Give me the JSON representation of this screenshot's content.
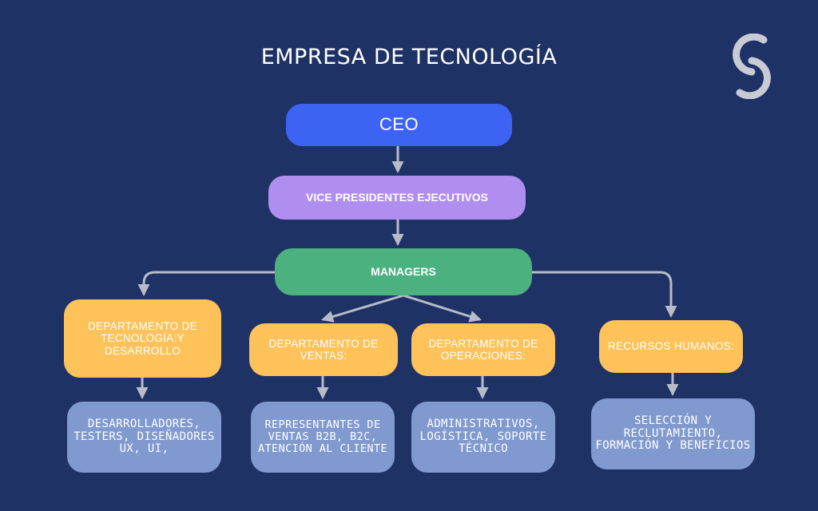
{
  "title": "EMPRESA DE TECNOLOGÍA",
  "colors": {
    "background": "#1f3266",
    "ceo": "#3d63f5",
    "vice_presidents": "#b08ef0",
    "managers": "#4bb17f",
    "departments": "#fdc25a",
    "roles": "#8099cf",
    "connectors": "#b8bcc8"
  },
  "logo": {
    "icon": "interlocking-s-logo-icon"
  },
  "nodes": {
    "ceo": "CEO",
    "vice_presidents": "VICE PRESIDENTES EJECUTIVOS",
    "managers": "MANAGERS",
    "departments": [
      {
        "label": "DEPARTAMENTO DE TECNOLOGÍA:Y DESARROLLO",
        "roles": "DESARROLLADORES, TESTERS, DISEÑADORES UX, UI,"
      },
      {
        "label": "DEPARTAMENTO DE VENTAS:",
        "roles": "REPRESENTANTES DE VENTAS B2B, B2C, ATENCIÓN AL CLIENTE"
      },
      {
        "label": "DEPARTAMENTO DE OPERACIONES:",
        "roles": "ADMINISTRATIVOS, LOGÍSTICA, SOPORTE TÉCNICO"
      },
      {
        "label": "RECURSOS HUMANOS:",
        "roles": "SELECCIÓN Y RECLUTAMIENTO, FORMACIÓN Y BENEFICIOS"
      }
    ]
  },
  "edges": [
    [
      "ceo",
      "vice_presidents"
    ],
    [
      "vice_presidents",
      "managers"
    ],
    [
      "managers",
      "departments.0"
    ],
    [
      "managers",
      "departments.1"
    ],
    [
      "managers",
      "departments.2"
    ],
    [
      "managers",
      "departments.3"
    ],
    [
      "departments.0",
      "departments.0.roles"
    ],
    [
      "departments.1",
      "departments.1.roles"
    ],
    [
      "departments.2",
      "departments.2.roles"
    ],
    [
      "departments.3",
      "departments.3.roles"
    ]
  ]
}
